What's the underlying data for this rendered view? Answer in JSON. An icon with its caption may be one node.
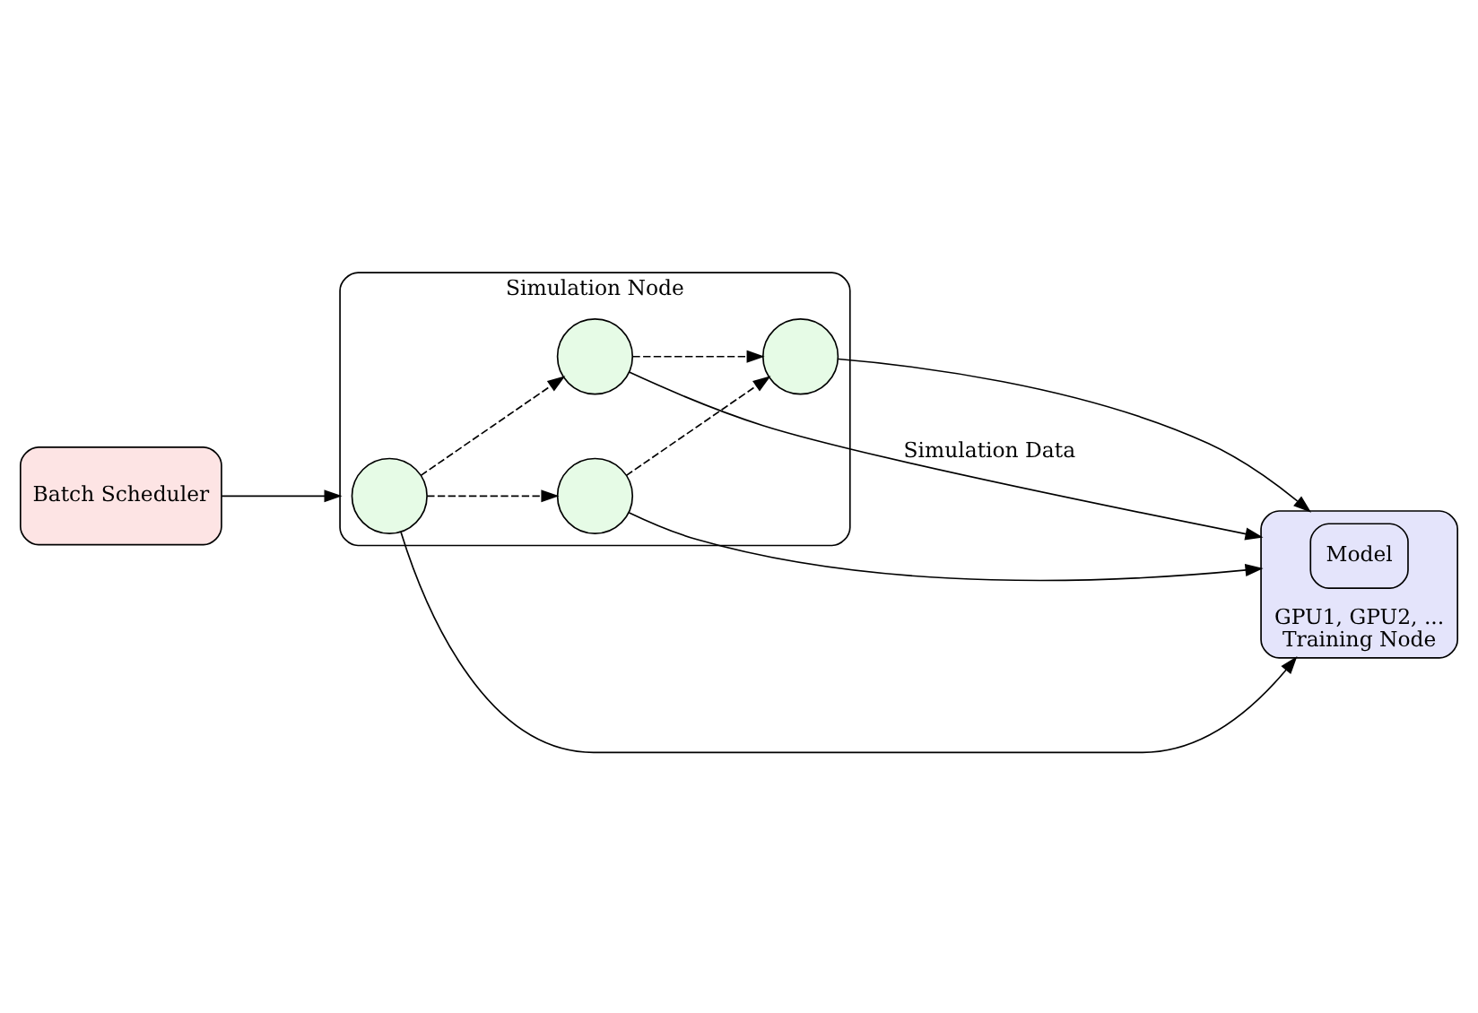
{
  "diagram": {
    "nodes": [
      {
        "text": [
          "Batch Scheduler"
        ]
      },
      {
        "text": [
          "Simulation Node"
        ]
      },
      {
        "text": [],
        "shape": "circle",
        "in": 1
      },
      {
        "text": [],
        "shape": "circle",
        "in": 1
      },
      {
        "text": [],
        "shape": "circle",
        "in": 1
      },
      {
        "text": [],
        "shape": "circle",
        "in": 1
      },
      {
        "text": [
          "GPU1, GPU2, ...",
          "Training Node"
        ]
      },
      {
        "text": [
          "Model"
        ],
        "in": 6
      }
    ],
    "edges": [
      {
        "from": 0,
        "to": 1,
        "arrow": "to"
      },
      {
        "from": 2,
        "to": 3,
        "arrow": "to",
        "style": "dashed"
      },
      {
        "from": 2,
        "to": 4,
        "arrow": "to",
        "style": "dashed"
      },
      {
        "from": 3,
        "to": 5,
        "arrow": "to",
        "style": "dashed"
      },
      {
        "from": 4,
        "to": 5,
        "arrow": "to",
        "style": "dashed"
      },
      {
        "from": 3,
        "to": 6,
        "label": "Simulation Data",
        "arrow": "to"
      },
      {
        "from": 2,
        "to": 6,
        "arrow": "to"
      },
      {
        "from": 4,
        "to": 6,
        "arrow": "to"
      },
      {
        "from": 5,
        "to": 6,
        "arrow": "to"
      }
    ]
  }
}
